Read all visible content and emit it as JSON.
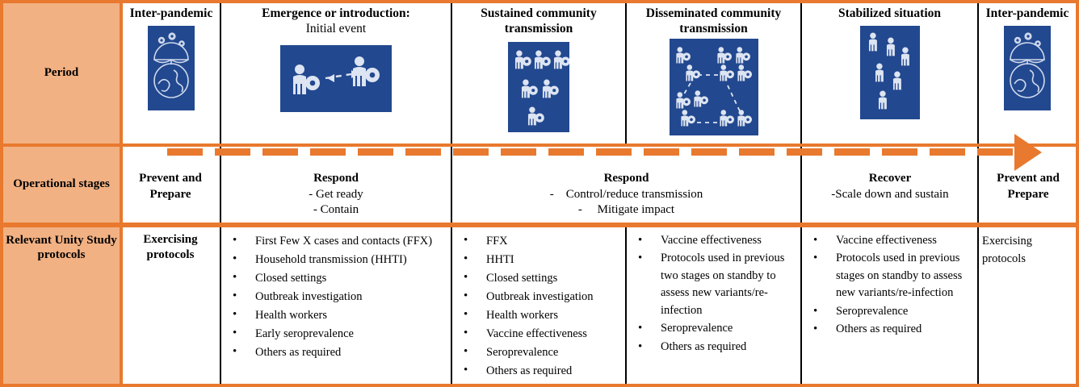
{
  "colors": {
    "orange": "#E8792E",
    "header_fill": "#F2B183",
    "icon_blue": "#22488F",
    "text": "#000000"
  },
  "rows": {
    "period": {
      "label": "Period"
    },
    "operational": {
      "label": "Operational stages"
    },
    "protocols": {
      "label": "Relevant Unity Study protocols"
    }
  },
  "columns": [
    {
      "id": "inter-pandemic-left",
      "period_title": "Inter-pandemic",
      "period_subtitle": "",
      "icon": "umbrella-globe-virus-icon",
      "protocols_plain": "Exercising protocols",
      "protocols_bold": true,
      "protocols_items": []
    },
    {
      "id": "emergence",
      "period_title": "Emergence or introduction:",
      "period_subtitle": "Initial event",
      "icon": "two-people-transmission-arrow-icon",
      "protocols_plain": "",
      "protocols_bold": false,
      "protocols_items": [
        "First Few X cases and contacts (FFX)",
        "Household transmission (HHTI)",
        "Closed settings",
        "Outbreak investigation",
        "Health workers",
        "Early seroprevalence",
        "Others as required"
      ]
    },
    {
      "id": "sustained",
      "period_title": "Sustained community transmission",
      "period_subtitle": "",
      "icon": "six-infected-people-icon",
      "protocols_plain": "",
      "protocols_bold": false,
      "protocols_items": [
        "FFX",
        "HHTI",
        "Closed settings",
        "Outbreak investigation",
        "Health workers",
        "Vaccine effectiveness",
        "Seroprevalence",
        "Others as required"
      ]
    },
    {
      "id": "disseminated",
      "period_title": "Disseminated community transmission",
      "period_subtitle": "",
      "icon": "network-infected-people-icon",
      "protocols_plain": "",
      "protocols_bold": false,
      "protocols_items": [
        "Vaccine effectiveness",
        "Protocols used in previous two stages on standby to assess new variants/re-infection",
        "Seroprevalence",
        "Others as required"
      ]
    },
    {
      "id": "stabilized",
      "period_title": "Stabilized situation",
      "period_subtitle": "",
      "icon": "healthy-people-icon",
      "protocols_plain": "",
      "protocols_bold": false,
      "protocols_items": [
        "Vaccine effectiveness",
        "Protocols used in previous stages on standby to assess new variants/re-infection",
        "Seroprevalence",
        "Others as required"
      ]
    },
    {
      "id": "inter-pandemic-right",
      "period_title": "Inter-pandemic",
      "period_subtitle": "",
      "icon": "umbrella-globe-virus-icon",
      "protocols_plain": "Exercising protocols",
      "protocols_bold": false,
      "protocols_items": []
    }
  ],
  "operational_stages": [
    {
      "id": "op-prevent-left",
      "title": "Prevent and Prepare",
      "lines": []
    },
    {
      "id": "op-respond-early",
      "title": "Respond",
      "lines": [
        "- Get ready",
        "- Contain"
      ]
    },
    {
      "id": "op-respond-full",
      "title": "Respond",
      "lines": [
        "-    Control/reduce transmission",
        "-     Mitigate impact"
      ]
    },
    {
      "id": "op-recover",
      "title": "Recover",
      "lines": [
        "-Scale down and sustain"
      ]
    },
    {
      "id": "op-prevent-right",
      "title": "Prevent and Prepare",
      "lines": []
    }
  ],
  "timeline": {
    "style": "orange-dashed-arrow",
    "direction": "left-to-right",
    "arrow_label": "progression-arrow"
  }
}
